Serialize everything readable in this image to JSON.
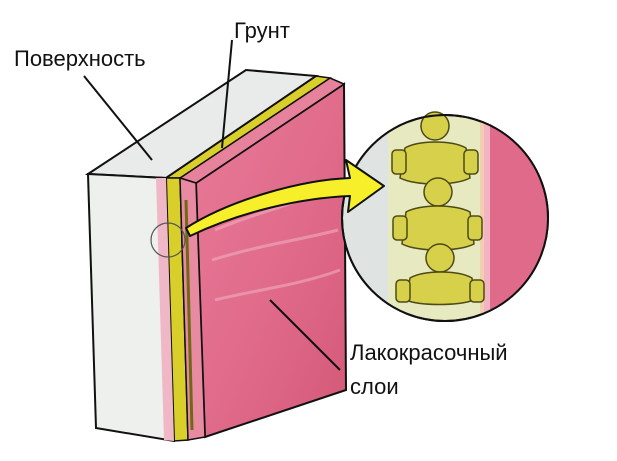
{
  "labels": {
    "surface": "Поверхность",
    "primer": "Грунт",
    "paint_layer_line1": "Лакокрасочный",
    "paint_layer_line2": "слои"
  },
  "colors": {
    "surface_front": "#eef0ee",
    "surface_top": "#e9ebea",
    "primer_yellow": "#d9cf2a",
    "primer_dark": "#6f6a12",
    "paint_pink": "#e06a8a",
    "paint_pink_dark": "#c94f72",
    "paint_pink_light": "#f2b3c3",
    "arrow_yellow": "#f6ef2a",
    "magnifier_bg": "#dfe4e2",
    "molecule_fill": "#d6d04a",
    "molecule_stroke": "#4d4a17",
    "outline": "#111111"
  },
  "icons": {
    "arrow": "curved-arrow-icon",
    "molecule_figures": "molecule-figure-icon"
  }
}
